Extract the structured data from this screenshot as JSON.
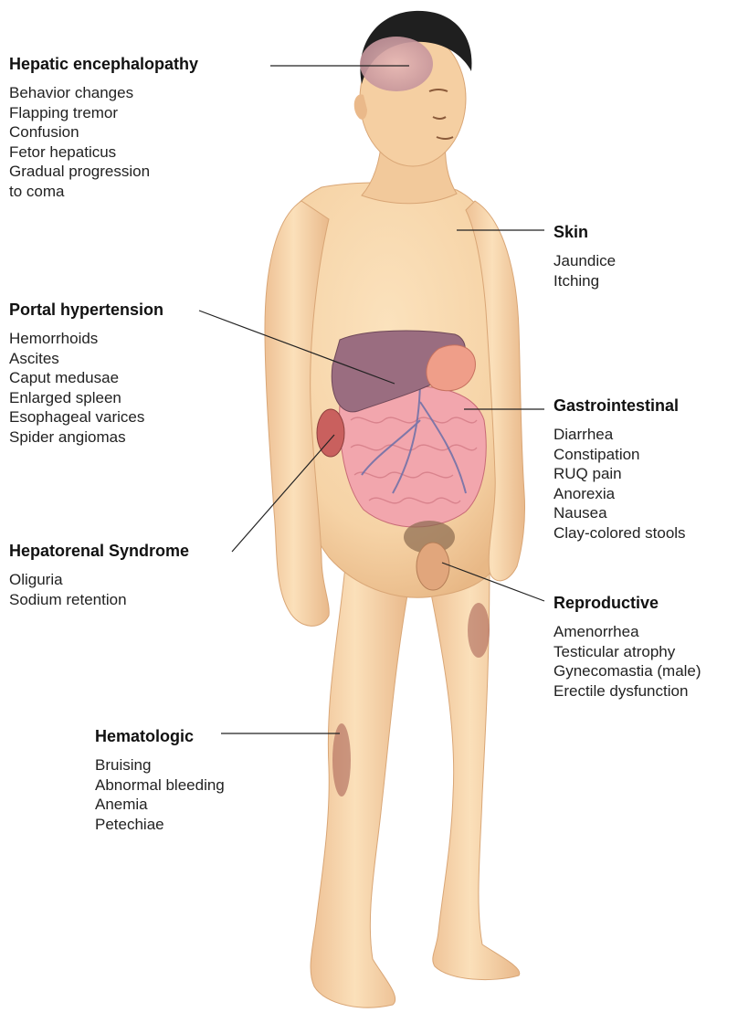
{
  "callouts": {
    "hepatic": {
      "title": "Hepatic encephalopathy",
      "items": [
        "Behavior changes",
        "Flapping tremor",
        "Confusion",
        "Fetor hepaticus",
        "Gradual progression",
        "to coma"
      ]
    },
    "skin": {
      "title": "Skin",
      "items": [
        "Jaundice",
        "Itching"
      ]
    },
    "portal": {
      "title": "Portal hypertension",
      "items": [
        "Hemorrhoids",
        "Ascites",
        "Caput medusae",
        "Enlarged spleen",
        "Esophageal varices",
        "Spider angiomas"
      ]
    },
    "gi": {
      "title": "Gastrointestinal",
      "items": [
        "Diarrhea",
        "Constipation",
        "RUQ pain",
        "Anorexia",
        "Nausea",
        "Clay-colored stools"
      ]
    },
    "renal": {
      "title": "Hepatorenal Syndrome",
      "items": [
        "Oliguria",
        "Sodium retention"
      ]
    },
    "repro": {
      "title": "Reproductive",
      "items": [
        "Amenorrhea",
        "Testicular atrophy",
        "Gynecomastia (male)",
        "Erectile dysfunction"
      ]
    },
    "hema": {
      "title": "Hematologic",
      "items": [
        "Bruising",
        "Abnormal bleeding",
        "Anemia",
        "Petechiae"
      ]
    }
  },
  "colors": {
    "skin_tone": "#f6d3a6",
    "skin_shadow": "#e7b684",
    "hair": "#1f1f1f",
    "liver": "#9a6d80",
    "intestine": "#f2a6ad",
    "kidney": "#c9605e",
    "bruise": "#a45a4e",
    "leader_line": "#222222"
  }
}
